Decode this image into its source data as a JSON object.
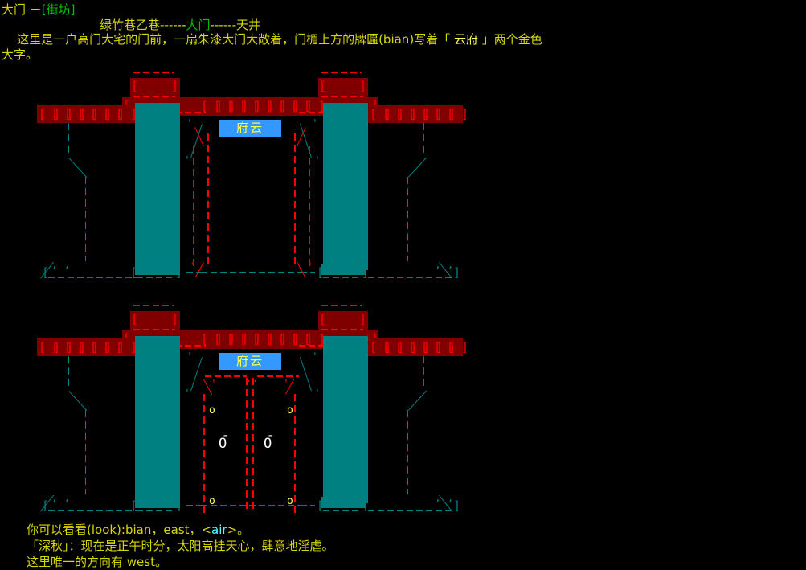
{
  "terminal": {
    "title_line": "大门 － [街坊]",
    "title_room": "大门 －",
    "title_zone": "[街坊]",
    "exits_line": "绿竹巷乙巷------大门------天井",
    "exits_left": "绿竹巷乙巷------",
    "exits_center": "大门",
    "exits_right": "------天井",
    "desc_line1_a": "    这里是一户高门大宅的门前，一扇朱漆大门大敞着，门楣上方的牌匾(bian)写着「",
    "desc_line1_gold": " 云府 ",
    "desc_line1_b": "」两个金色",
    "desc_line2": "大字。",
    "look_line_a": "你可以看看(look):bian，east，<",
    "look_line_air": "air",
    "look_line_b": ">。",
    "season_line": "「深秋」：现在是正午时分，太阳高挂天心，肆意地淫虐。",
    "exit_line": "这里唯一的方向有 west。",
    "sign_text": "府云"
  },
  "colors": {
    "background": "#000000",
    "gold": "#d8d800",
    "gold_bright": "#ffff54",
    "green": "#00c000",
    "cyan": "#00cdcd",
    "teal": "#008080",
    "red_bright": "#ff0000",
    "red_dark": "#800000",
    "sign_blue": "#3399ff",
    "white": "#ffffff"
  },
  "art": {
    "name": "mansion-gate-ansi-art",
    "gate_open": {
      "label": "upper gate with open doors",
      "sign": "府云"
    },
    "gate_closed": {
      "label": "lower gate with closed doors",
      "sign": "府云",
      "knocker_glyph": "O",
      "stud_glyph": "o"
    }
  }
}
